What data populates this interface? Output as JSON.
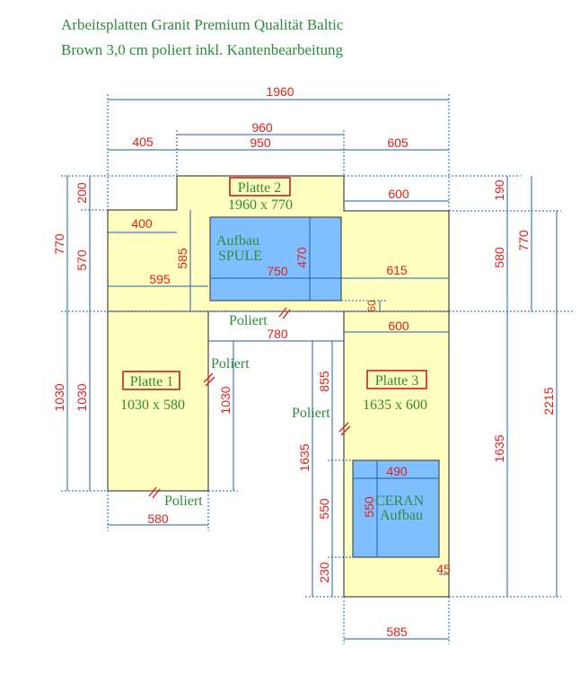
{
  "title": {
    "line1": "Arbeitsplatten Granit Premium Qualität Baltic",
    "line2": "Brown 3,0 cm poliert inkl. Kantenbearbeitung"
  },
  "plates": {
    "p1": {
      "name": "Platte 1",
      "size": "1030 x 580"
    },
    "p2": {
      "name": "Platte 2",
      "size": "1960 x 770"
    },
    "p3": {
      "name": "Platte 3",
      "size": "1635 x 600"
    }
  },
  "cutouts": {
    "spule_line1": "Aufbau",
    "spule_line2": "SPULE",
    "ceran_line1": "CERAN",
    "ceran_line2": "Aufbau"
  },
  "edge_labels": {
    "poliert_top": "Poliert",
    "poliert_p1_right": "Poliert",
    "poliert_p1_bottom": "Poliert",
    "poliert_p3_left": "Poliert"
  },
  "dimensions": {
    "total_width": "1960",
    "d405": "405",
    "d960": "960",
    "d950": "950",
    "d605": "605",
    "d600_top": "600",
    "d400": "400",
    "d595": "595",
    "d750": "750",
    "d615": "615",
    "d470": "470",
    "d585_left": "585",
    "d60": "60",
    "d780": "780",
    "d600_p3": "600",
    "d200": "200",
    "d190": "190",
    "d770_left": "770",
    "d570": "570",
    "d580_right": "580",
    "d770_right": "770",
    "d1030_outer": "1030",
    "d1030_inner": "1030",
    "d1030_p1": "1030",
    "d855": "855",
    "d1635_left": "1635",
    "d550_outer": "550",
    "d550_inner": "550",
    "d230": "230",
    "d490": "490",
    "d45": "45",
    "d1635_right": "1635",
    "d2215": "2215",
    "d580_bottom": "580",
    "d585_bottom": "585"
  }
}
